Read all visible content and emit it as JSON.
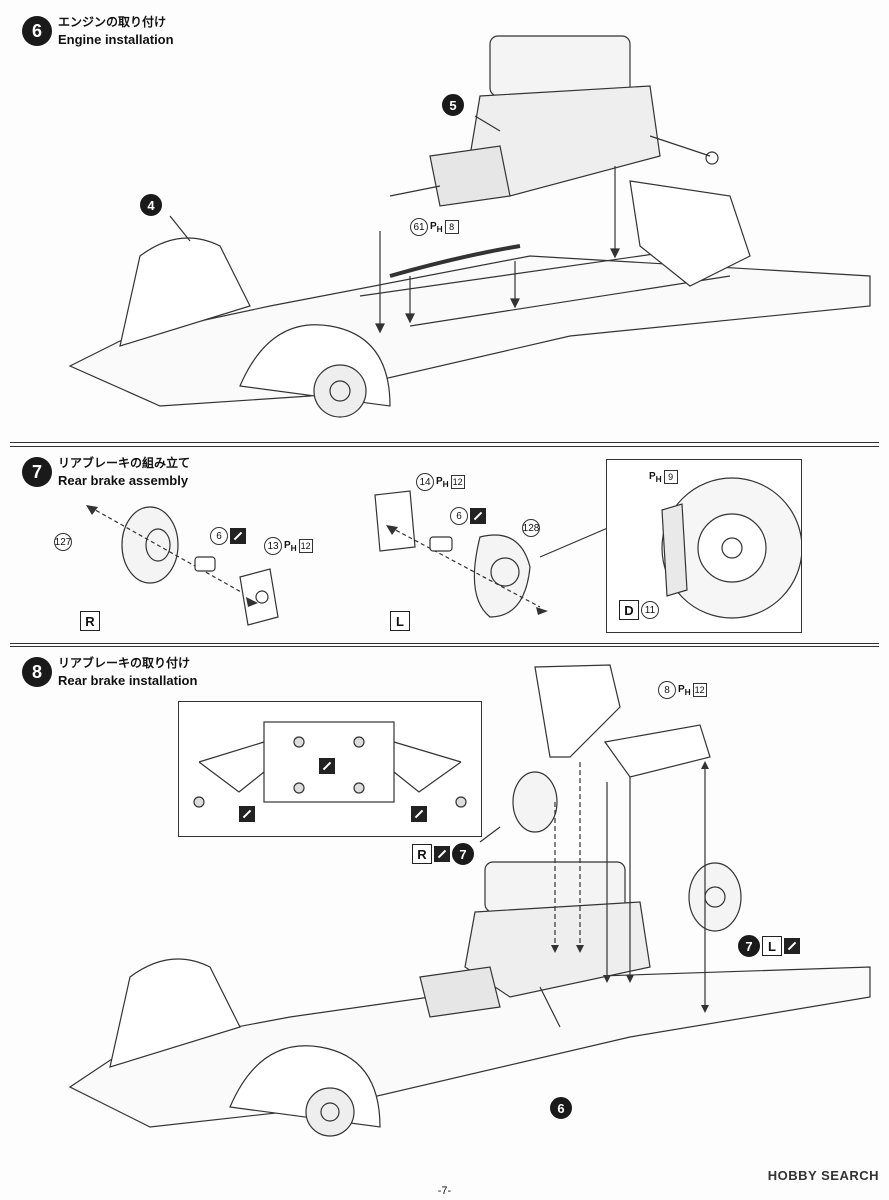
{
  "steps": {
    "s6": {
      "number": "6",
      "title_ja": "エンジンの取り付け",
      "title_en": "Engine installation"
    },
    "s7": {
      "number": "7",
      "title_ja": "リアブレーキの組み立て",
      "title_en": "Rear brake assembly"
    },
    "s8": {
      "number": "8",
      "title_ja": "リアブレーキの取り付け",
      "title_en": "Rear brake installation"
    }
  },
  "parts": {
    "p5": "5",
    "p4": "4",
    "p61": "61",
    "p8": "8",
    "p127": "127",
    "p6": "6",
    "p13": "13",
    "p12": "12",
    "p14": "14",
    "p128": "128",
    "p9": "9",
    "p11": "11",
    "p7": "7"
  },
  "markers": {
    "ph": "P",
    "ph_sub": "H",
    "R": "R",
    "L": "L",
    "D": "D"
  },
  "footer": {
    "page": "-7-"
  },
  "watermark": "HOBBY SEARCH"
}
